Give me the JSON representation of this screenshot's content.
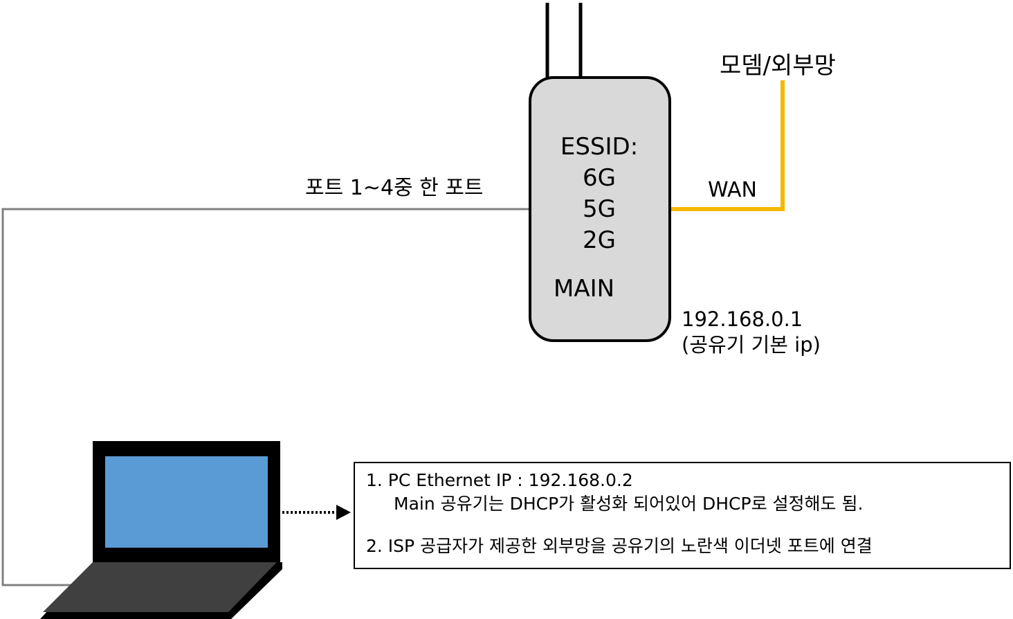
{
  "modem_label": "모뎀/외부망",
  "wan_label": "WAN",
  "port_label": "포트 1~4중 한 포트",
  "router": {
    "essid_label": "ESSID:",
    "bands": [
      "6G",
      "5G",
      "2G"
    ],
    "name": "MAIN",
    "ip": "192.168.0.1",
    "ip_note": "(공유기 기본 ip)"
  },
  "notes": {
    "line1": "1. PC Ethernet IP : 192.168.0.2",
    "line1_detail": "Main 공유기는 DHCP가 활성화 되어있어 DHCP로 설정해도 됨.",
    "line2": "2. ISP 공급자가 제공한 외부망을 공유기의 노란색 이더넷 포트에 연결"
  },
  "colors": {
    "wan_cable": "#f5b800",
    "lan_cable": "#808080",
    "router_fill": "#d9d9d9",
    "laptop_screen": "#5b9bd5",
    "laptop_body": "#000000",
    "laptop_keyboard": "#404040"
  }
}
